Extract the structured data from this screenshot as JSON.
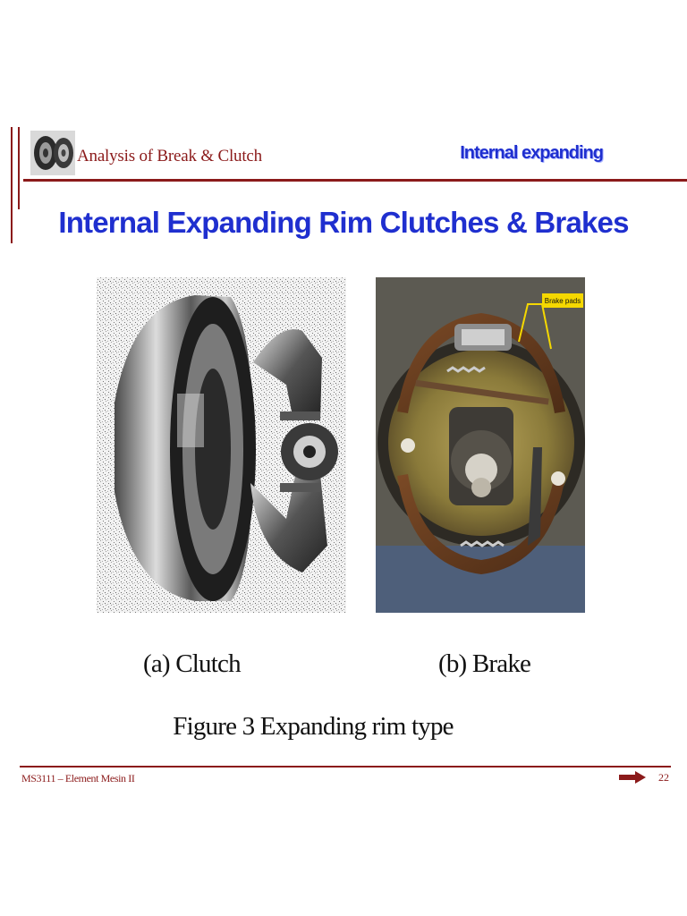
{
  "header": {
    "title": "Analysis of Break & Clutch",
    "section_tag": "Internal expanding",
    "logo_icon": "clutch-logo-icon"
  },
  "slide": {
    "title": "Internal Expanding Rim Clutches & Brakes"
  },
  "figures": {
    "clutch_caption": "(a) Clutch",
    "brake_caption": "(b) Brake",
    "brake_callout": "Brake pads",
    "figure_caption": "Figure 3 Expanding rim type"
  },
  "footer": {
    "course": "MS3111 – Element Mesin II",
    "page_number": "22",
    "arrow_icon": "next-arrow-icon"
  },
  "colors": {
    "accent_dark_red": "#8b1a1a",
    "title_blue": "#1f2fcf"
  }
}
